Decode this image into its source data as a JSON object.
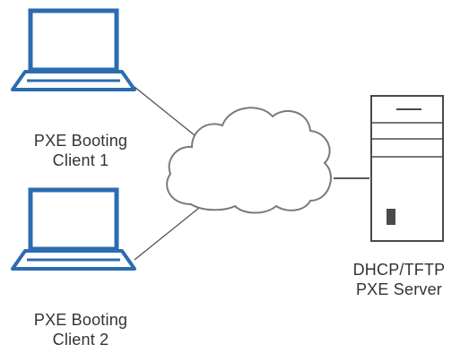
{
  "diagram": {
    "colors": {
      "device_stroke": "#2b6cb0",
      "laptop_screen_fill": "#ffffff",
      "connector": "#4a4a4a",
      "cloud_stroke": "#7a7a7a",
      "label_text": "#333333"
    },
    "nodes": {
      "client_1": {
        "icon": "laptop-icon",
        "label_line1": "PXE Booting",
        "label_line2": "Client 1"
      },
      "client_2": {
        "icon": "laptop-icon",
        "label_line1": "PXE Booting",
        "label_line2": "Client 2"
      },
      "network": {
        "icon": "cloud-icon"
      },
      "server": {
        "icon": "server-tower-icon",
        "label_line1": "DHCP/TFTP",
        "label_line2": "PXE Server"
      }
    },
    "edges": [
      {
        "from": "client_1",
        "to": "network"
      },
      {
        "from": "client_2",
        "to": "network"
      },
      {
        "from": "network",
        "to": "server"
      }
    ]
  }
}
